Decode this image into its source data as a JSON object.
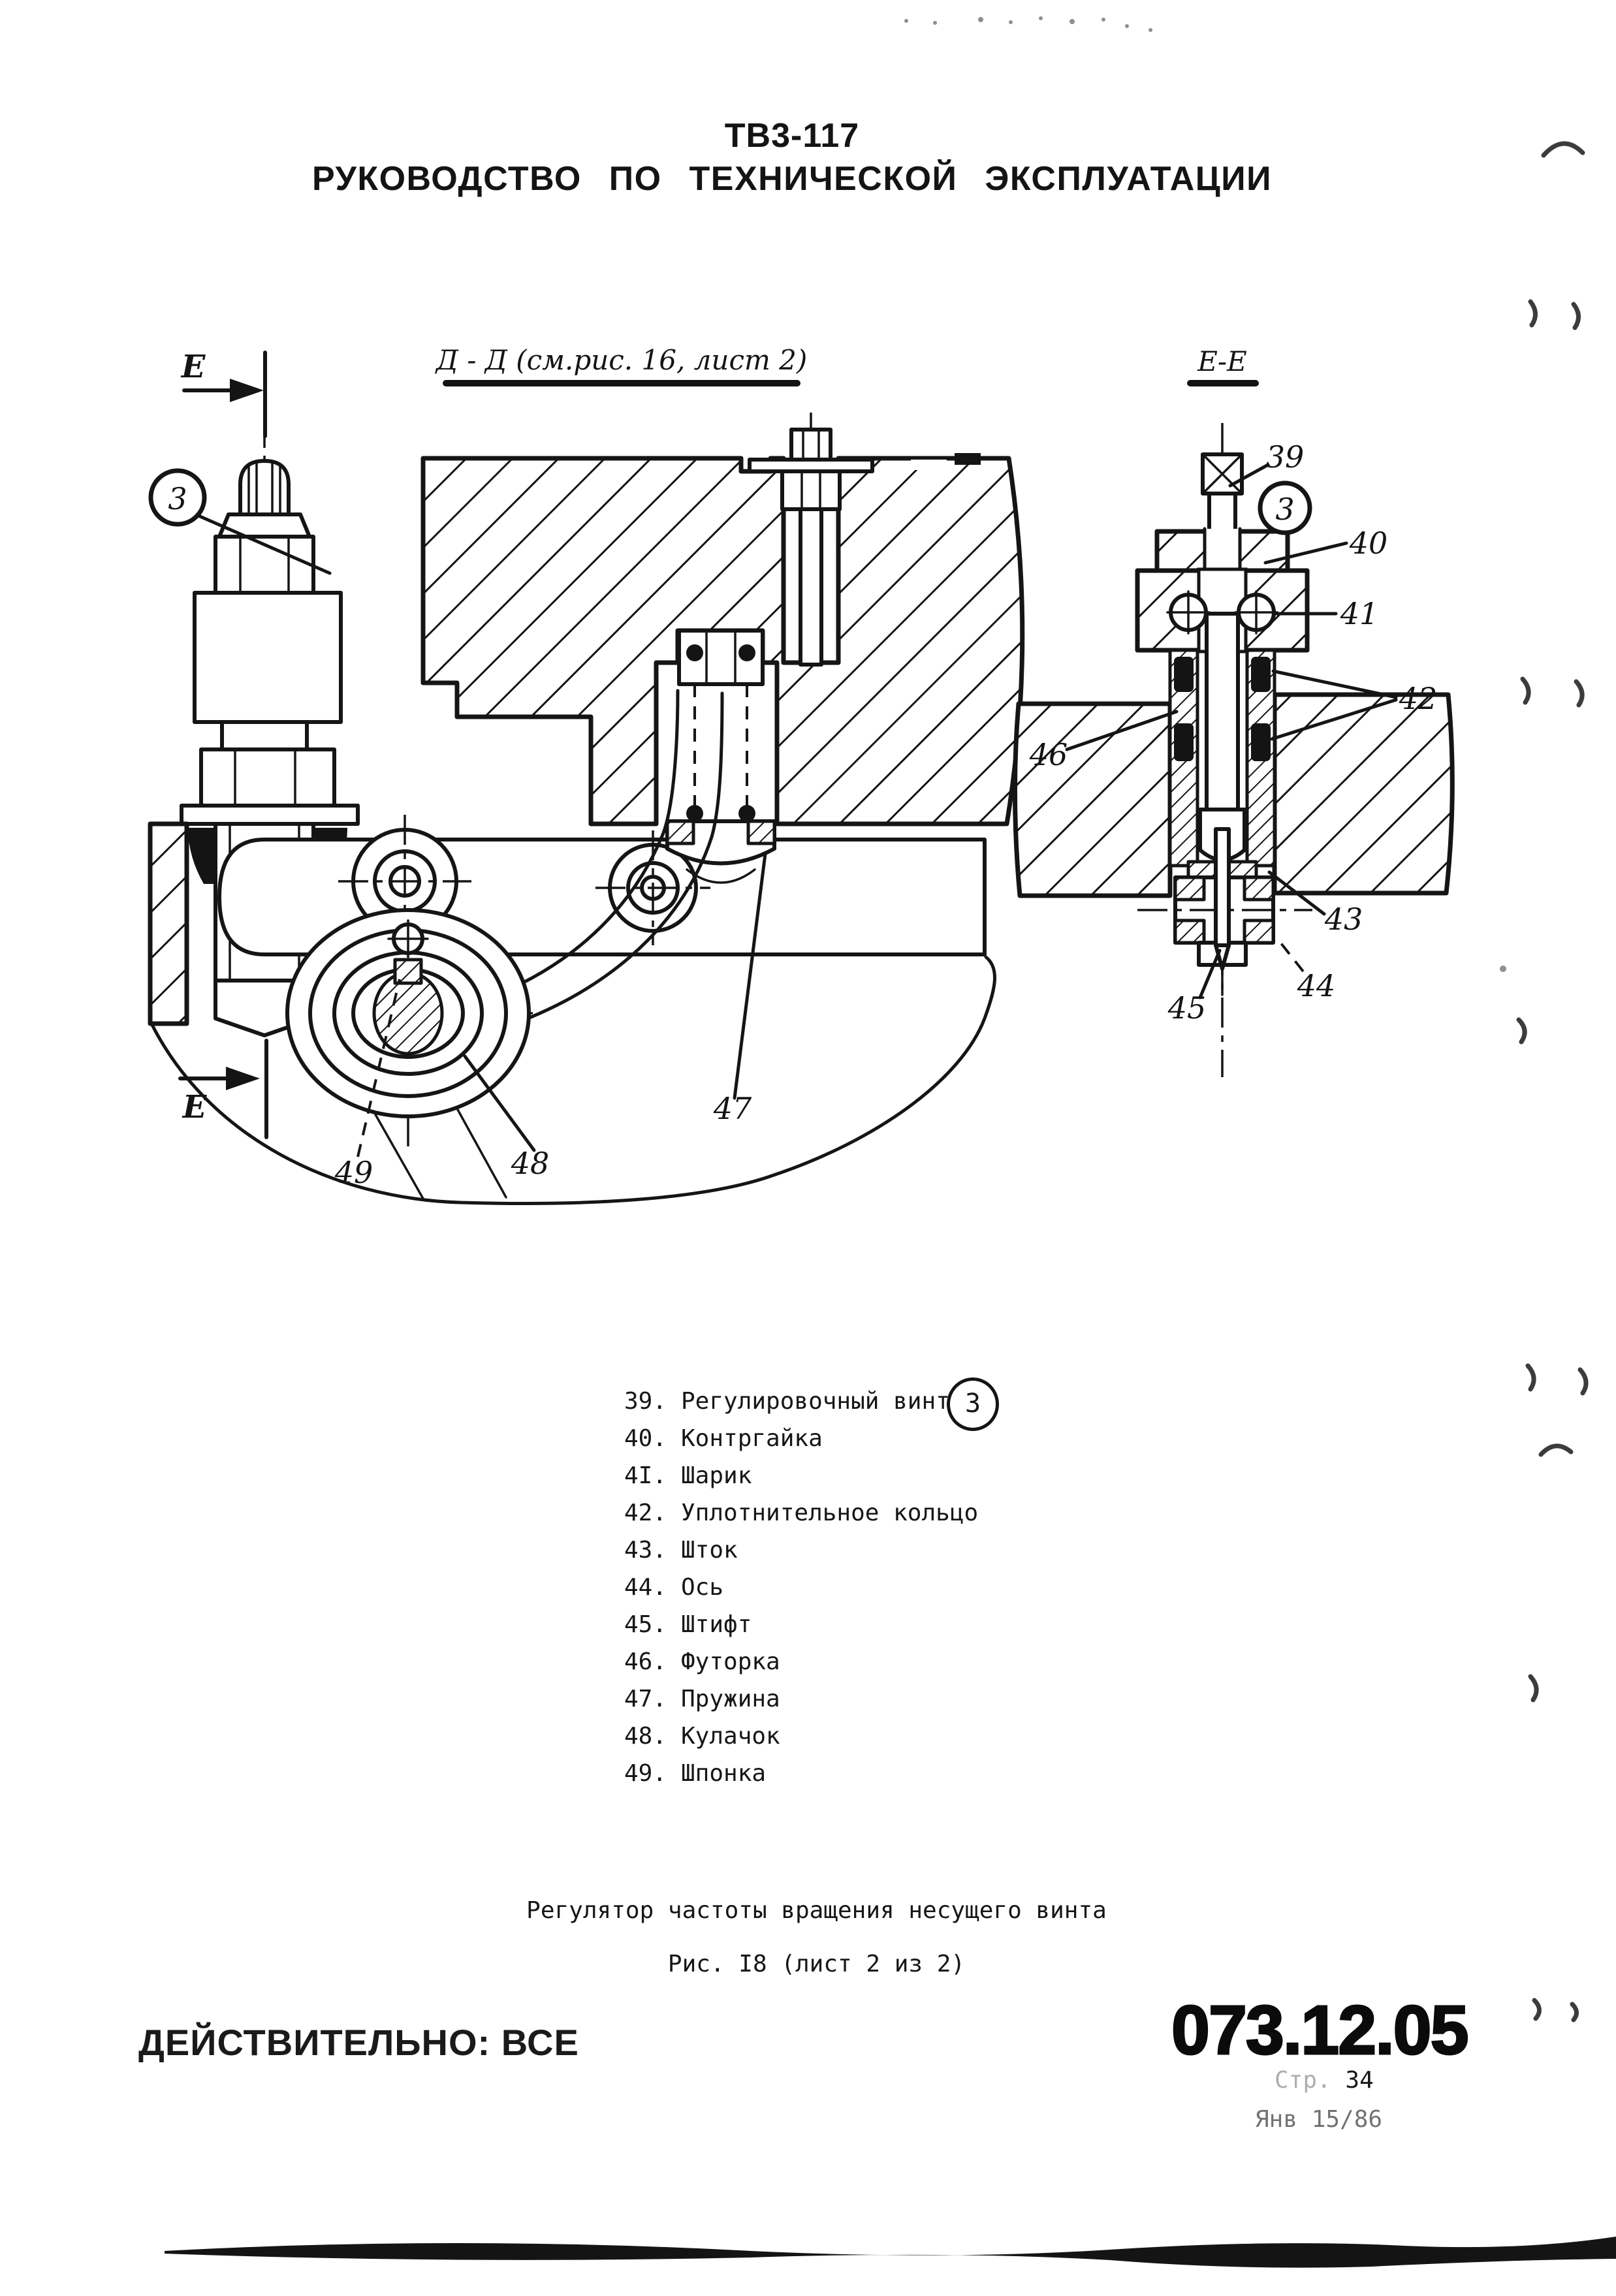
{
  "page": {
    "doc_code": "ТВ3-117",
    "doc_title": "РУКОВОДСТВО ПО ТЕХНИЧЕСКОЙ ЭКСПЛУАТАЦИИ",
    "effectivity": "ДЕЙСТВИТЕЛЬНО: ВСЕ",
    "section_number": "073.12.05",
    "page_label": "Стр.",
    "page_number": "34",
    "revision_date": "Янв 15/86"
  },
  "figure": {
    "left_view_label": "Д - Д (см.рис. 16, лист 2)",
    "right_view_label": "Е-Е",
    "section_letter": "Е",
    "balloon": "3",
    "callouts": {
      "c39": "39",
      "c40": "40",
      "c41": "41",
      "c42": "42",
      "c43": "43",
      "c44": "44",
      "c45": "45",
      "c46": "46",
      "c47": "47",
      "c48": "48",
      "c49": "49"
    }
  },
  "caption": {
    "title": "Регулятор частоты вращения несущего винта",
    "figure_ref": "Рис. I8 (лист 2 из 2)"
  },
  "parts_list": [
    {
      "num": "39.",
      "name": "Регулировочный винт",
      "balloon": "3"
    },
    {
      "num": "40.",
      "name": "Контргайка"
    },
    {
      "num": "4I.",
      "name": "Шарик"
    },
    {
      "num": "42.",
      "name": "Уплотнительное кольцо"
    },
    {
      "num": "43.",
      "name": "Шток"
    },
    {
      "num": "44.",
      "name": "Ось"
    },
    {
      "num": "45.",
      "name": "Штифт"
    },
    {
      "num": "46.",
      "name": "Футорка"
    },
    {
      "num": "47.",
      "name": "Пружина"
    },
    {
      "num": "48.",
      "name": "Кулачок"
    },
    {
      "num": "49.",
      "name": "Шпонка"
    }
  ]
}
